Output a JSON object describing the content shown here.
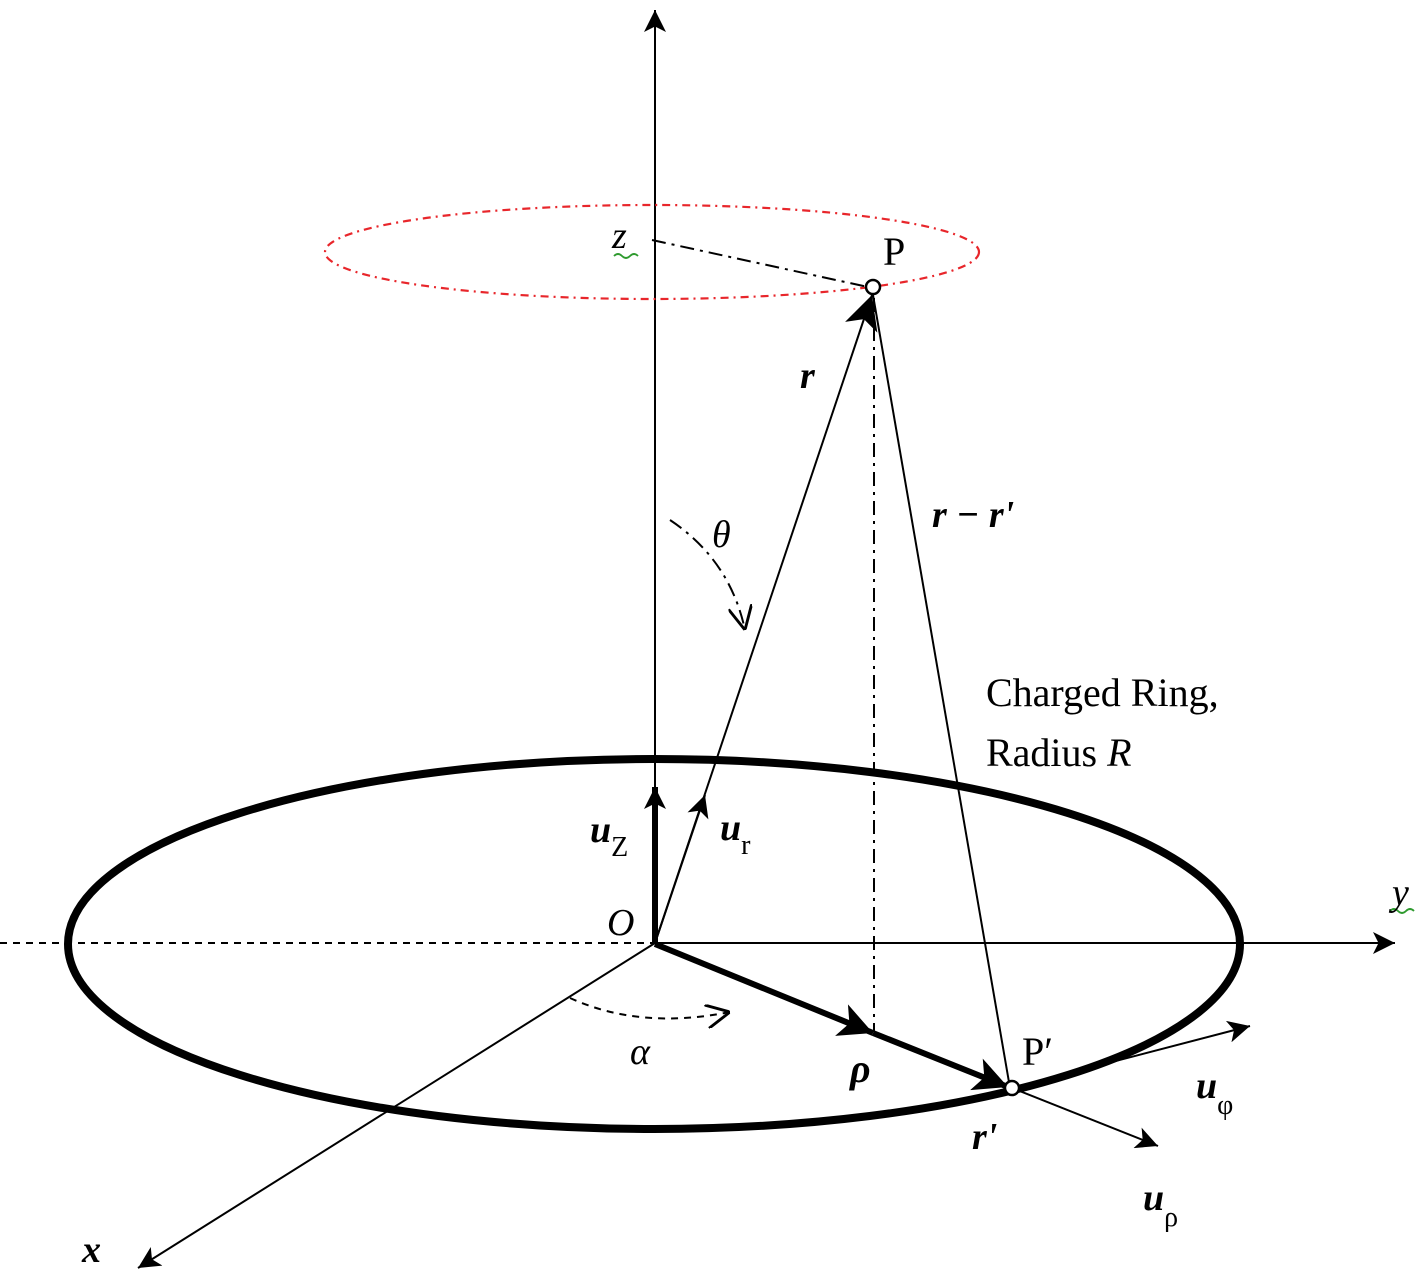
{
  "diagram": {
    "labels": {
      "z_axis": "z",
      "y_axis": "y",
      "x_axis": "x",
      "origin": "O",
      "point_p": "P",
      "point_p_prime": "P′",
      "vec_r": "r",
      "vec_r_minus": "r − r'",
      "theta": "θ",
      "alpha": "α",
      "rho": "ρ",
      "r_prime": "r'",
      "ring_line1": "Charged Ring,",
      "ring_line2_prefix": "Radius ",
      "ring_radius_symbol": "R",
      "u_z_base": "u",
      "u_z_sub": "Z",
      "u_r_base": "u",
      "u_r_sub": "r",
      "u_phi_base": "u",
      "u_phi_sub": "φ",
      "u_rho_base": "u",
      "u_rho_sub": "ρ"
    },
    "colors": {
      "ink": "#000000",
      "orbit": "#e8262b",
      "squiggle": "#2e9a2e"
    }
  }
}
